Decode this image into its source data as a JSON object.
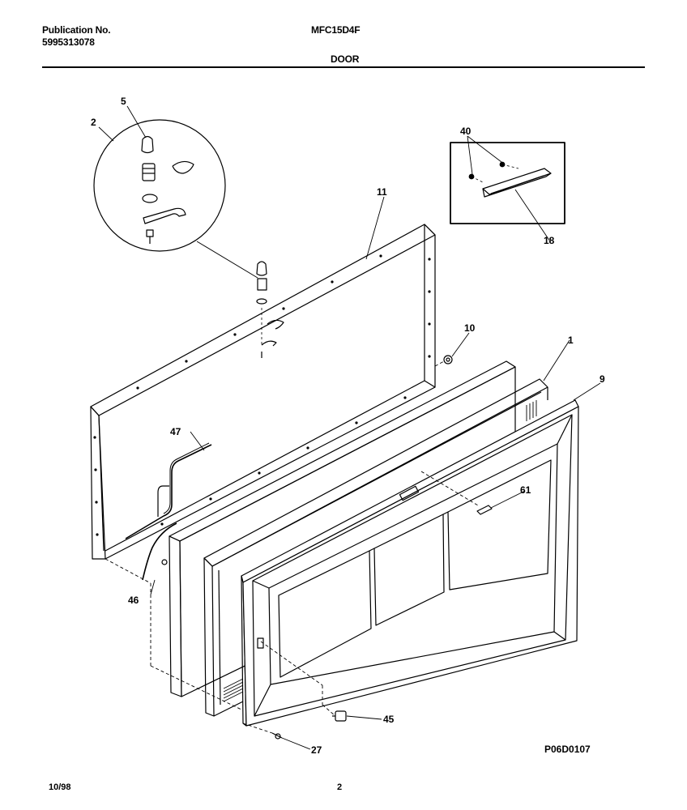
{
  "header": {
    "publication_label": "Publication No.",
    "publication_number": "5995313078",
    "model": "MFC15D4F",
    "section": "DOOR"
  },
  "callouts": {
    "c1": "1",
    "c2": "2",
    "c5": "5",
    "c9": "9",
    "c10": "10",
    "c11": "11",
    "c18": "18",
    "c27": "27",
    "c40": "40",
    "c45": "45",
    "c46": "46",
    "c47": "47",
    "c61": "61"
  },
  "drawing_code": "P06D0107",
  "footer": {
    "date": "10/98",
    "page": "2"
  }
}
